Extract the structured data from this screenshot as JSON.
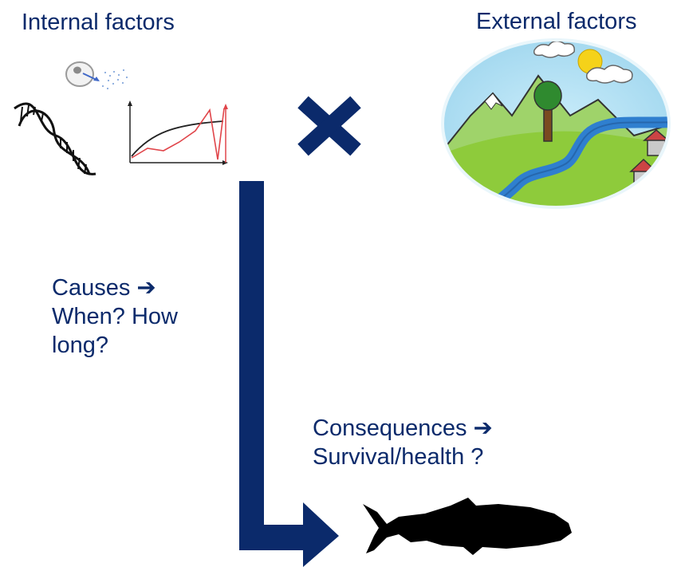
{
  "internal": {
    "title": "Internal factors"
  },
  "external": {
    "title": "External factors"
  },
  "causes": {
    "line1": "Causes ➔",
    "line2": "When? How",
    "line3": "long?"
  },
  "consequences": {
    "line1": "Consequences  ➔",
    "line2": "Survival/health ?"
  },
  "colors": {
    "text": "#0b2a6b",
    "arrow": "#0b2a6b",
    "curve_black": "#222222",
    "curve_red": "#e0454a",
    "sky": "#9fd6ee",
    "grass": "#8ecb3b",
    "river": "#2f7fcf",
    "sun": "#f5d21a"
  },
  "icons": {
    "cell": "cell-icon",
    "dna": "dna-helix-icon",
    "graph": "line-graph-icon",
    "cross": "multiply-cross-icon",
    "landscape": "landscape-icon",
    "fish": "fish-silhouette-icon"
  }
}
